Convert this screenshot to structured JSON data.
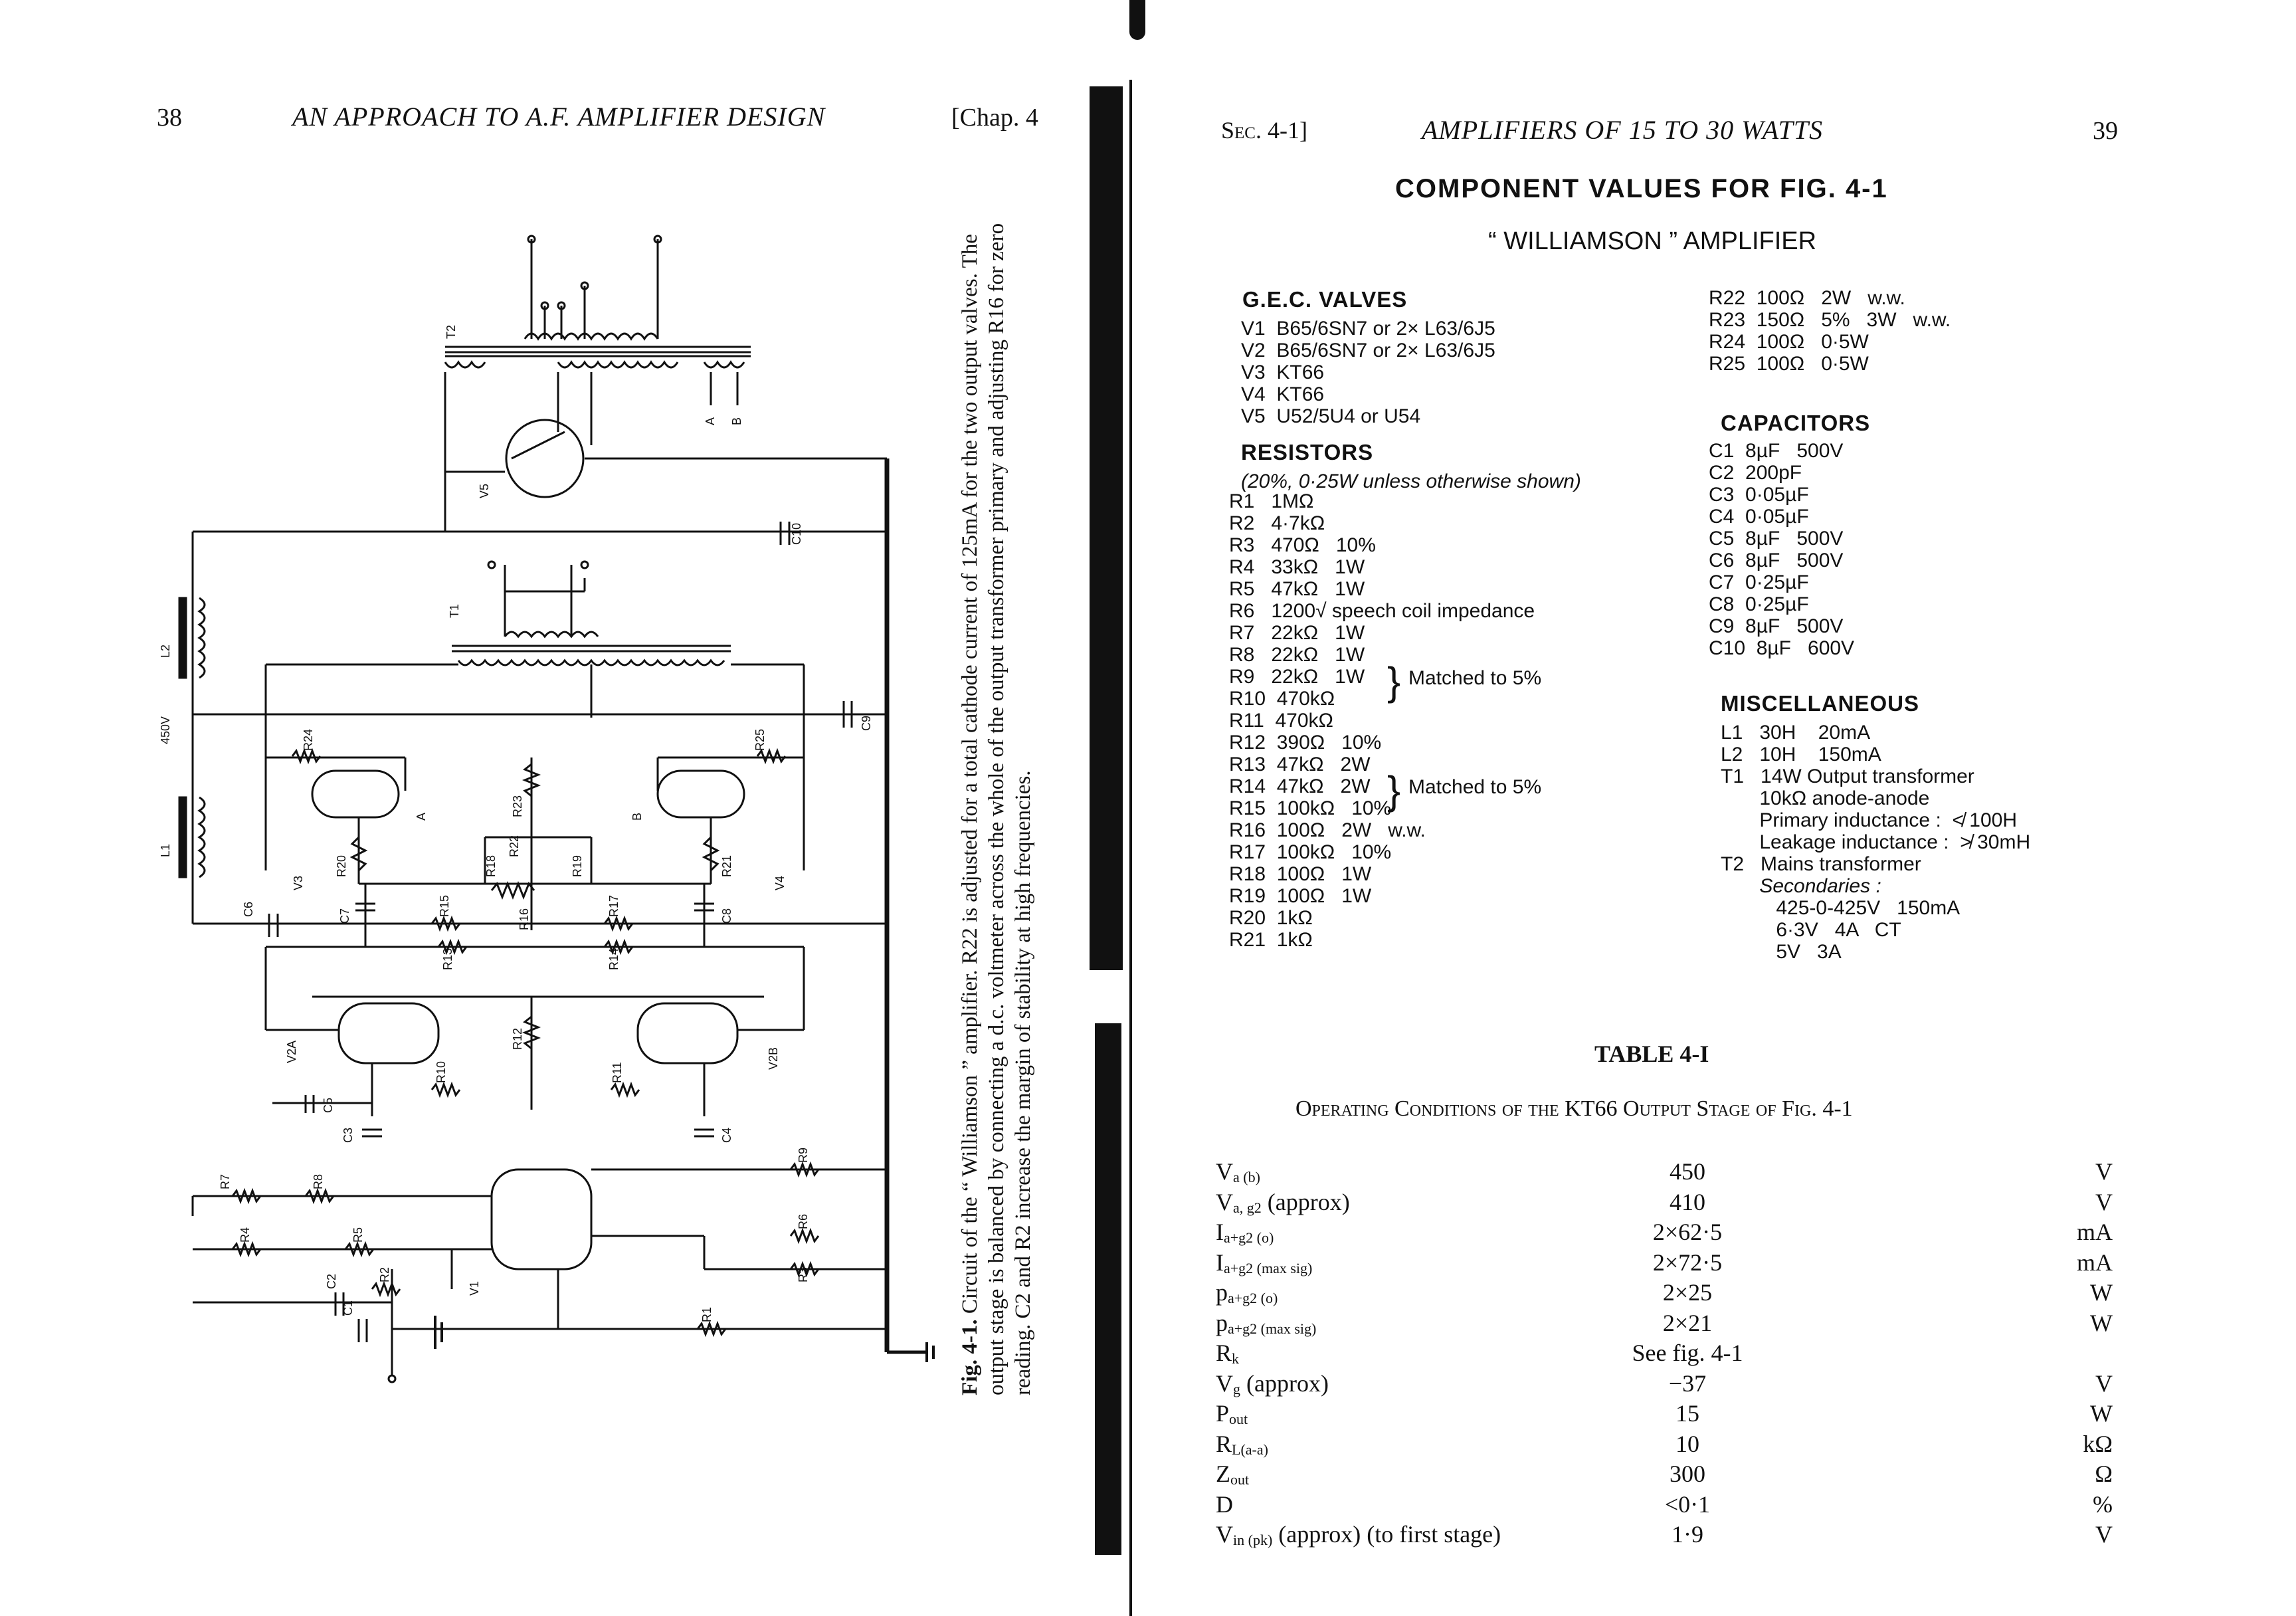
{
  "left_page": {
    "page_number": "38",
    "running_head": "AN APPROACH TO A.F. AMPLIFIER DESIGN",
    "chapter": "[Chap. 4",
    "figure": {
      "caption_label": "Fig. 4-1.",
      "caption_text": "Circuit of the “ Williamson ” amplifier. R22 is adjusted for a total cathode current of 125mA for the two output valves. The output stage is balanced by connecting a d.c. voltmeter across the whole of the output transformer primary and adjusting R16 for zero reading. C2 and R2 increase the margin of stability at high frequencies.",
      "labels": {
        "t2": "T2",
        "t1": "T1",
        "v5": "V5",
        "v3": "V3",
        "v4": "V4",
        "v2a": "V2A",
        "v2b": "V2B",
        "v1": "V1",
        "l1": "L1",
        "l2": "L2",
        "hv": "450V",
        "c10": "C10",
        "c9": "C9",
        "c6": "C6",
        "c7": "C7",
        "c8": "C8",
        "c5": "C5",
        "c3": "C3",
        "c4": "C4",
        "c2": "C2",
        "c1": "C1",
        "r24": "R24",
        "r25": "R25",
        "r23": "R23",
        "r22": "R22",
        "r20": "R20",
        "r21": "R21",
        "r15": "R15",
        "r18": "R18",
        "r19": "R19",
        "r17": "R17",
        "r16": "R16",
        "r13": "R13",
        "r14": "R14",
        "r10": "R10",
        "r12": "R12",
        "r11": "R11",
        "r7": "R7",
        "r8": "R8",
        "r9": "R9",
        "r4": "R4",
        "r5": "R5",
        "r6": "R6",
        "r2": "R2",
        "r3": "R3",
        "r1": "R1",
        "a": "A",
        "b": "B",
        "a1": "A",
        "b1": "B"
      }
    }
  },
  "right_page": {
    "section": "Sec. 4-1]",
    "running_head": "AMPLIFIERS OF 15 TO 30 WATTS",
    "page_number": "39",
    "title": "COMPONENT VALUES FOR FIG. 4-1",
    "subtitle": "“ WILLIAMSON ”  AMPLIFIER",
    "valves": {
      "heading": "G.E.C.  VALVES",
      "items": [
        "V1  B65/6SN7 or 2× L63/6J5",
        "V2  B65/6SN7 or 2× L63/6J5",
        "V3  KT66",
        "V4  KT66",
        "V5  U52/5U4 or U54"
      ]
    },
    "resistors": {
      "heading": "RESISTORS",
      "note": "(20%, 0·25W unless otherwise shown)",
      "items": [
        "R1   1MΩ",
        "R2   4·7kΩ",
        "R3   470Ω   10%",
        "R4   33kΩ   1W",
        "R5   47kΩ   1W",
        "R6   1200√ speech coil impedance",
        "R7   22kΩ   1W",
        "R8   22kΩ   1W",
        "R9   22kΩ   1W",
        "R10  470kΩ",
        "R11  470kΩ",
        "R12  390Ω   10%",
        "R13  47kΩ   2W",
        "R14  47kΩ   2W",
        "R15  100kΩ   10%",
        "R16  100Ω   2W   w.w.",
        "R17  100kΩ   10%",
        "R18  100Ω   1W",
        "R19  100Ω   1W",
        "R20  1kΩ",
        "R21  1kΩ"
      ],
      "matched_1": "Matched to 5%",
      "matched_2": "Matched to 5%"
    },
    "resistors_cont": [
      "R22  100Ω   2W   w.w.",
      "R23  150Ω   5%   3W   w.w.",
      "R24  100Ω   0·5W",
      "R25  100Ω   0·5W"
    ],
    "capacitors": {
      "heading": "CAPACITORS",
      "items": [
        "C1  8µF   500V",
        "C2  200pF",
        "C3  0·05µF",
        "C4  0·05µF",
        "C5  8µF   500V",
        "C6  8µF   500V",
        "C7  0·25µF",
        "C8  0·25µF",
        "C9  8µF   500V",
        "C10  8µF   600V"
      ]
    },
    "misc": {
      "heading": "MISCELLANEOUS",
      "items": [
        "L1   30H    20mA",
        "L2   10H    150mA",
        "T1   14W Output transformer",
        "       10kΩ anode-anode",
        "       Primary inductance :  ≮ 100H",
        "       Leakage inductance :  ≯ 30mH",
        "T2   Mains transformer",
        "       Secondaries :",
        "          425-0-425V   150mA",
        "          6·3V   4A   CT",
        "          5V   3A"
      ]
    },
    "table": {
      "title": "TABLE 4-I",
      "subtitle": "Operating Conditions of the KT66 Output Stage of Fig. 4-1",
      "rows": [
        {
          "param": "V",
          "sub": "a (b)",
          "tail": "",
          "value": "450",
          "unit": "V"
        },
        {
          "param": "V",
          "sub": "a, g2",
          "tail": " (approx)",
          "value": "410",
          "unit": "V"
        },
        {
          "param": "I",
          "sub": "a+g2 (o)",
          "tail": "",
          "value": "2×62·5",
          "unit": "mA"
        },
        {
          "param": "I",
          "sub": "a+g2 (max sig)",
          "tail": "",
          "value": "2×72·5",
          "unit": "mA"
        },
        {
          "param": "p",
          "sub": "a+g2 (o)",
          "tail": "",
          "value": "2×25",
          "unit": "W"
        },
        {
          "param": "p",
          "sub": "a+g2 (max sig)",
          "tail": "",
          "value": "2×21",
          "unit": "W"
        },
        {
          "param": "R",
          "sub": "k",
          "tail": "",
          "value": "See fig. 4-1",
          "unit": ""
        },
        {
          "param": "V",
          "sub": "g",
          "tail": " (approx)",
          "value": "−37",
          "unit": "V"
        },
        {
          "param": "P",
          "sub": "out",
          "tail": "",
          "value": "15",
          "unit": "W"
        },
        {
          "param": "R",
          "sub": "L(a-a)",
          "tail": "",
          "value": "10",
          "unit": "kΩ"
        },
        {
          "param": "Z",
          "sub": "out",
          "tail": "",
          "value": "300",
          "unit": "Ω"
        },
        {
          "param": "D",
          "sub": "",
          "tail": "",
          "value": "<0·1",
          "unit": "%"
        },
        {
          "param": "V",
          "sub": "in (pk)",
          "tail": " (approx) (to first stage)",
          "value": "1·9",
          "unit": "V"
        }
      ]
    }
  }
}
